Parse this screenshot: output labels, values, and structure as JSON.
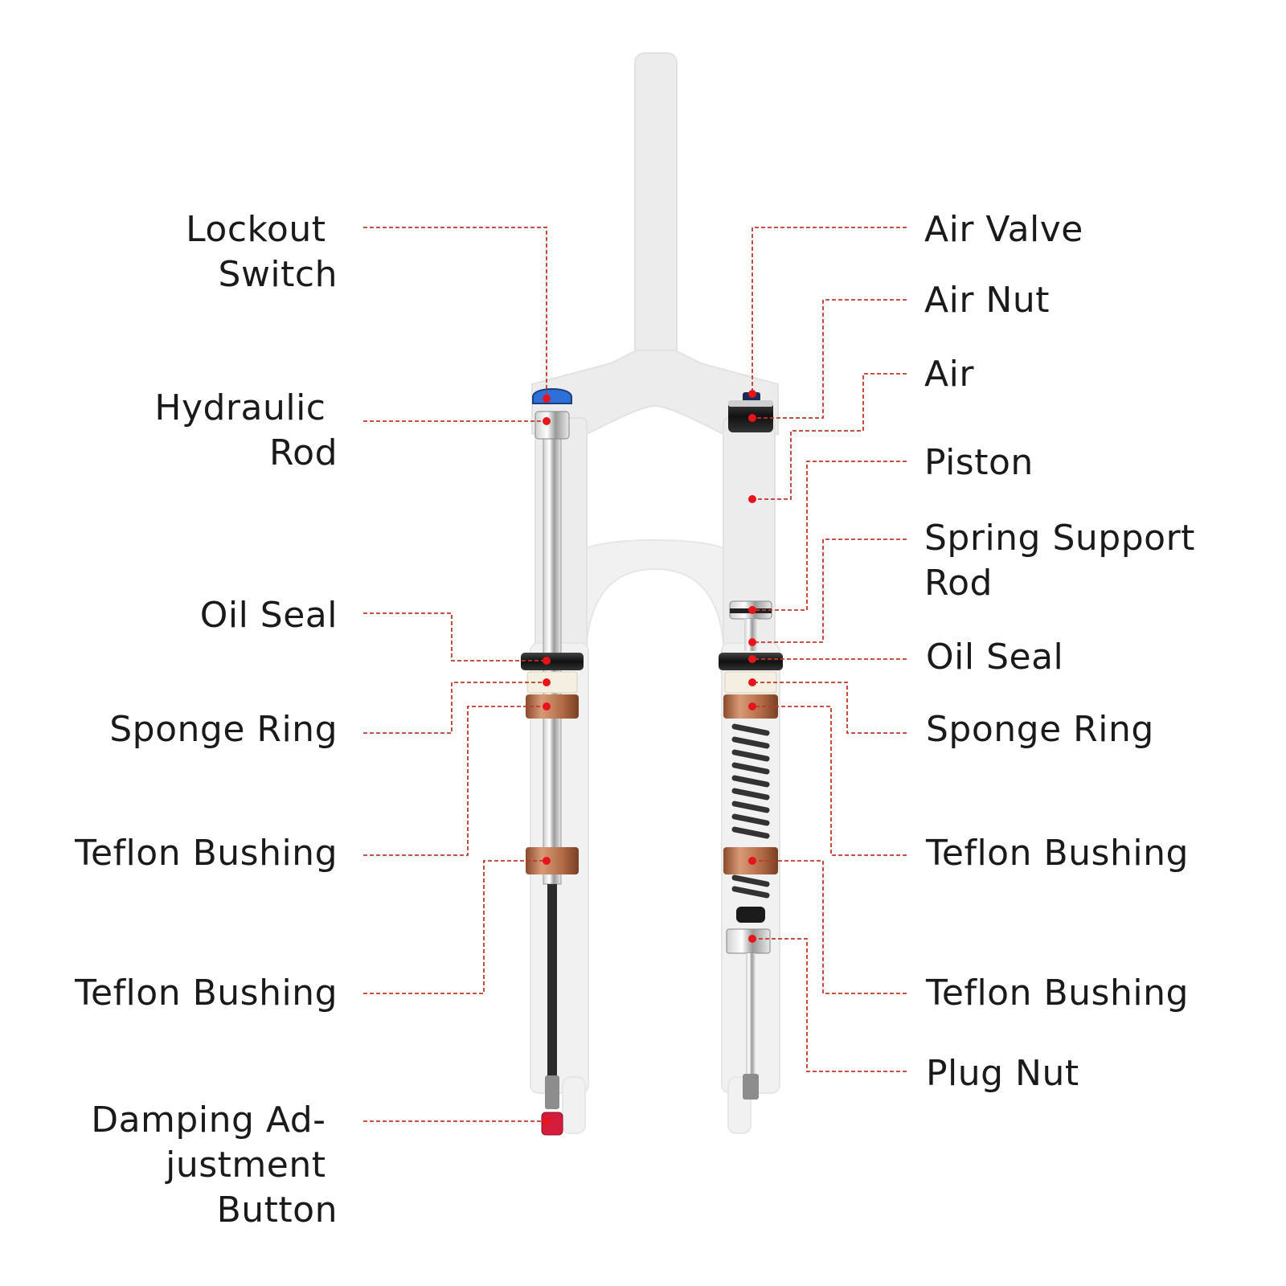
{
  "labels_left": {
    "lockout_switch": [
      "Lockout",
      "Switch"
    ],
    "hydraulic_rod": [
      "Hydraulic",
      "Rod"
    ],
    "oil_seal": [
      "Oil Seal"
    ],
    "sponge_ring": [
      "Sponge Ring"
    ],
    "teflon_bushing_upper": [
      "Teflon Bushing"
    ],
    "teflon_bushing_lower": [
      "Teflon Bushing"
    ],
    "damping_adjustment_button": [
      "Damping Ad-",
      "justment",
      "Button"
    ]
  },
  "labels_right": {
    "air_valve": [
      "Air Valve"
    ],
    "air_nut": [
      "Air Nut"
    ],
    "air": [
      "Air"
    ],
    "piston": [
      "Piston"
    ],
    "spring_support_rod": [
      "Spring Support",
      "Rod"
    ],
    "oil_seal": [
      "Oil Seal"
    ],
    "sponge_ring": [
      "Sponge Ring"
    ],
    "teflon_bushing_upper": [
      "Teflon Bushing"
    ],
    "teflon_bushing_lower": [
      "Teflon Bushing"
    ],
    "plug_nut": [
      "Plug Nut"
    ]
  },
  "colors": {
    "leader_line": "#c0392b",
    "marker_dot": "#e8141c",
    "bushing": "#b06a45",
    "label_text": "#1a1a1a"
  }
}
